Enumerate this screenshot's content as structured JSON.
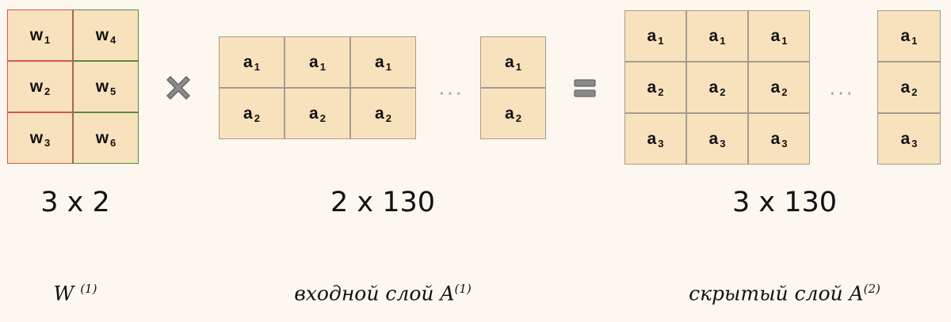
{
  "w_matrix": {
    "left": [
      "1",
      "2",
      "3"
    ],
    "right": [
      "4",
      "5",
      "6"
    ],
    "letter": "w"
  },
  "input_matrix": {
    "letter": "a",
    "rows": [
      "1",
      "2"
    ],
    "cols": 3,
    "last_col": [
      "1",
      "2"
    ]
  },
  "hidden_matrix": {
    "letter": "a",
    "rows": [
      "1",
      "2",
      "3"
    ],
    "cols": 3,
    "last_col": [
      "1",
      "2",
      "3"
    ]
  },
  "ellipsis": "···",
  "dims": {
    "w": "3 x 2",
    "input": "2 x 130",
    "hidden": "3 x 130"
  },
  "captions": {
    "w_main": "W",
    "w_sup": "(1)",
    "input_main": "входной слой A",
    "input_sup": "(1)",
    "hidden_main": "скрытый слой A",
    "hidden_sup": "(2)"
  },
  "colors": {
    "background": "#fcf7ef",
    "cell_fill": "#f8e2bd",
    "w_left_border": "#d9534f",
    "w_right_border": "#5a8a3a",
    "operator": "#777777"
  }
}
